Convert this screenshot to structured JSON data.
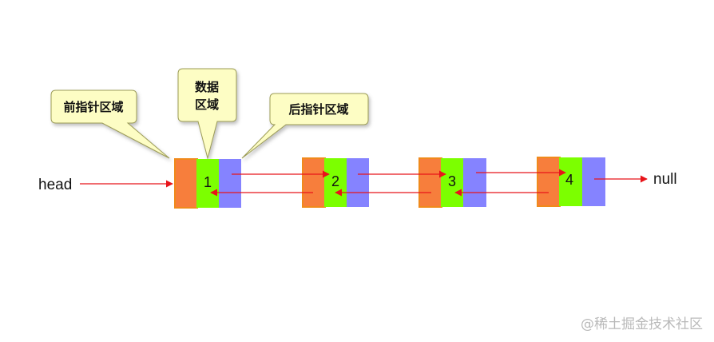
{
  "diagram": {
    "head_label": "head",
    "null_label": "null",
    "nodes": [
      {
        "value": "1"
      },
      {
        "value": "2"
      },
      {
        "value": "3"
      },
      {
        "value": "4"
      }
    ],
    "callouts": {
      "prev": "前指针区域",
      "data_line1": "数据",
      "data_line2": "区域",
      "next": "后指针区域"
    }
  },
  "colors": {
    "prev_field": "#f77e3c",
    "prev_border": "#f08a1c",
    "data_field": "#7cff00",
    "next_field": "#8583ff",
    "arrow": "#e8141a",
    "callout_fill": "#fdfdc4",
    "callout_stroke": "#9c9c57"
  },
  "watermark": "@稀土掘金技术社区"
}
